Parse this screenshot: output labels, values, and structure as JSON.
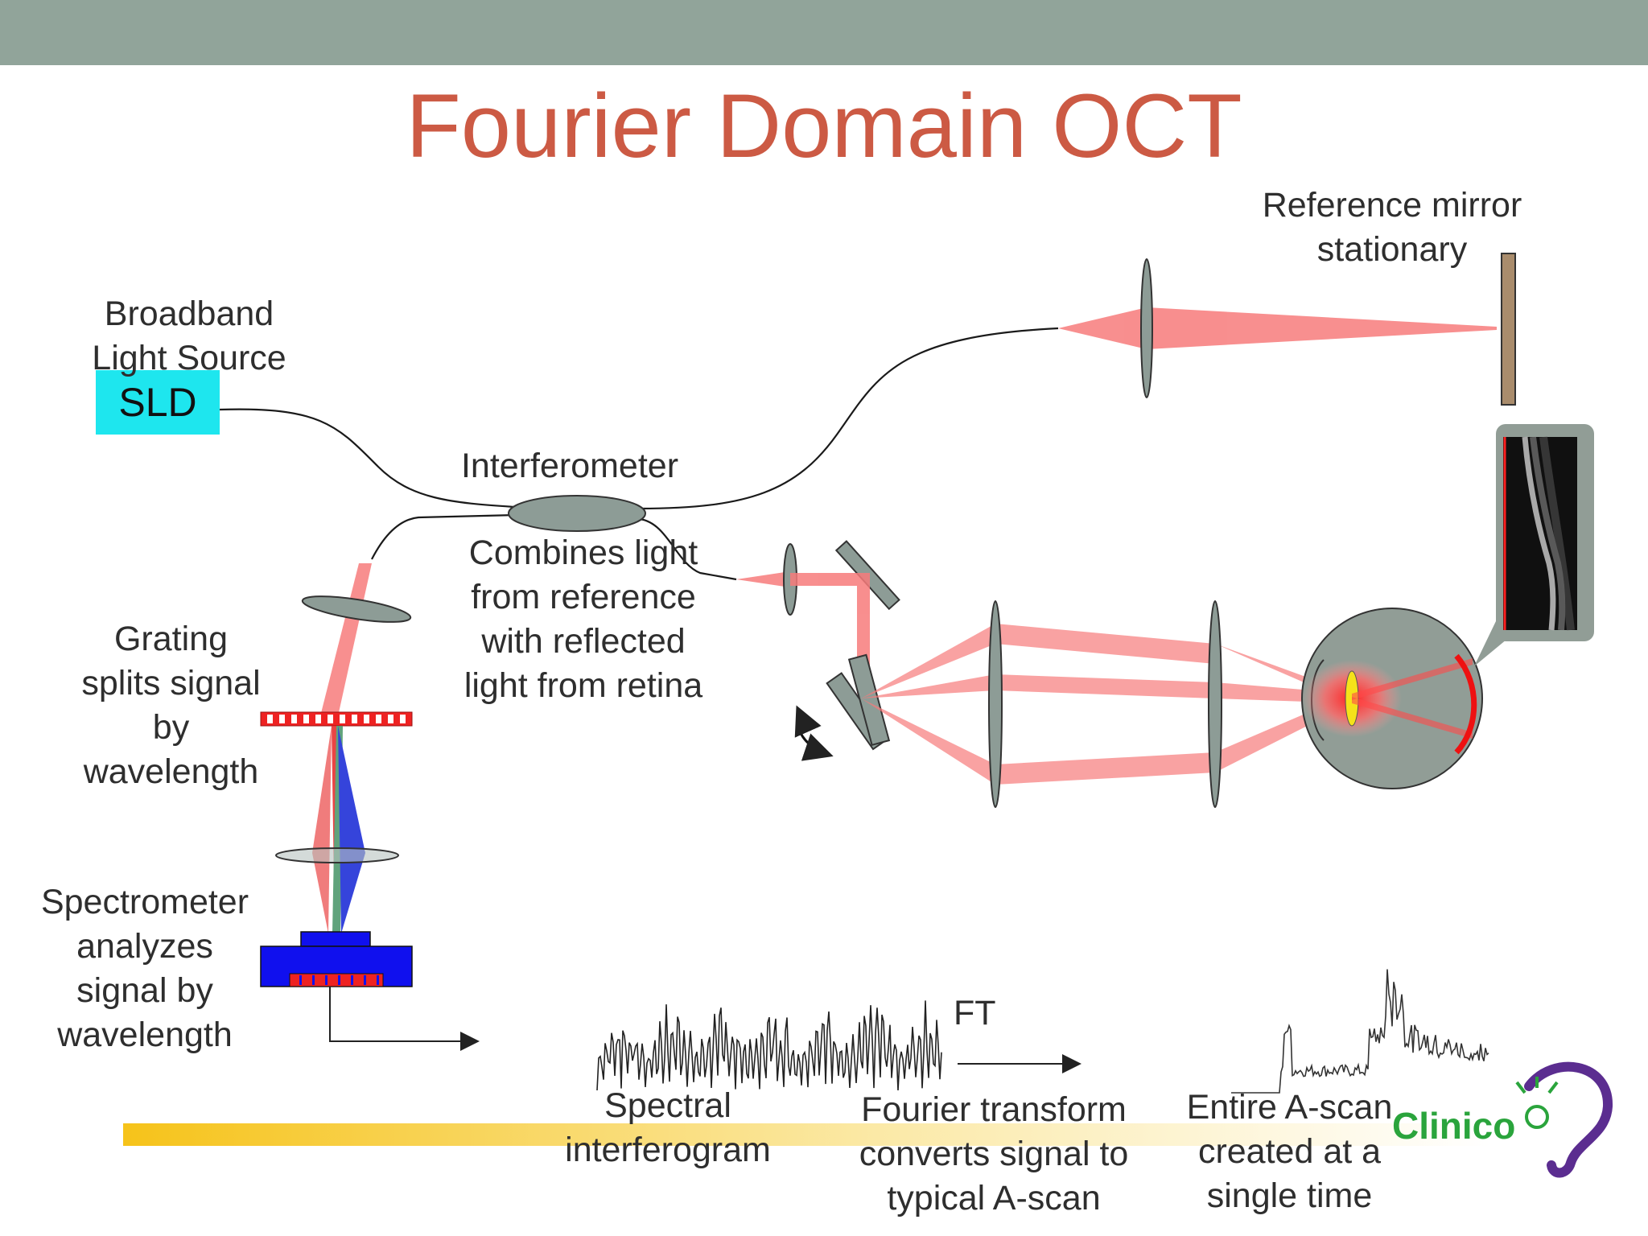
{
  "slide": {
    "title": "Fourier Domain OCT",
    "colors": {
      "header_bar": "#91a49a",
      "title": "#cc5a44",
      "beam": "#f77b7b",
      "sld_box": "#1ee6ee",
      "mirror": "#a98c6c",
      "optics": "#8d9c96",
      "gradient_start": "#f6c31a",
      "logo": "#2aa43c"
    }
  },
  "labels": {
    "light_source": [
      "Broadband",
      "Light Source"
    ],
    "sld": "SLD",
    "reference_mirror": [
      "Reference mirror",
      "stationary"
    ],
    "interferometer": "Interferometer",
    "combines": [
      "Combines light",
      "from reference",
      "with reflected",
      "light from retina"
    ],
    "grating": [
      "Grating",
      "splits signal",
      "by",
      "wavelength"
    ],
    "spectrometer": [
      "Spectrometer",
      "analyzes",
      "signal by",
      "wavelength"
    ],
    "ft": "FT",
    "spectral": [
      "Spectral",
      "interferogram"
    ],
    "fourier": [
      "Fourier transform",
      "converts signal to",
      "typical A-scan"
    ],
    "ascan": [
      "Entire A-scan",
      "created at a",
      "single time"
    ]
  },
  "logo": {
    "text": "Clinico",
    "icon": "ear-smile-icon"
  },
  "icons": {
    "rotate": "rotate-arrow-icon",
    "eye": "eye-icon"
  }
}
